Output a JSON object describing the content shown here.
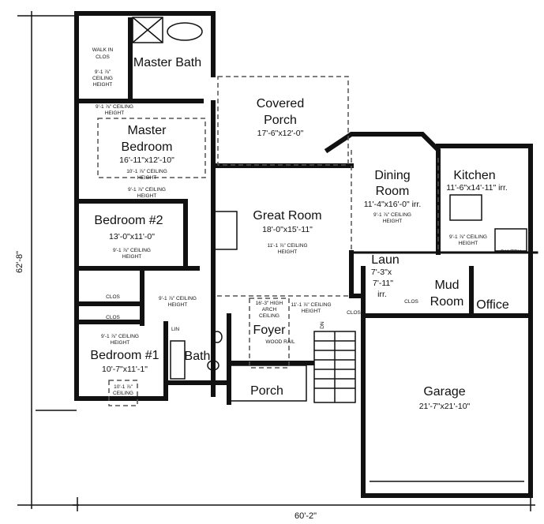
{
  "plan": {
    "overall_depth": "62'-8\"",
    "overall_width": "60'-2\"",
    "rooms": {
      "walk_in_closet": {
        "name1": "WALK IN",
        "name2": "CLOS",
        "ceiling1": "9'-1 ⅞\"",
        "ceiling2": "CEILING",
        "ceiling3": "HEIGHT"
      },
      "master_bath": {
        "name": "Master Bath"
      },
      "master_bedroom": {
        "name1": "Master",
        "name2": "Bedroom",
        "size": "16'-11\"x12'-10\"",
        "ceiling_top1": "9'-1 ⅞\" CEILING",
        "ceiling_top2": "HEIGHT",
        "ceiling_mid1": "10'-1 ⅞\" CEILING",
        "ceiling_mid2": "HEIGHT",
        "ceiling_bot1": "9'-1 ⅞\" CEILING",
        "ceiling_bot2": "HEIGHT"
      },
      "covered_porch": {
        "name1": "Covered",
        "name2": "Porch",
        "size": "17'-6\"x12'-0\""
      },
      "bedroom2": {
        "name": "Bedroom #2",
        "size": "13'-0\"x11'-0\"",
        "ceiling1": "9'-1 ⅞\" CEILING",
        "ceiling2": "HEIGHT"
      },
      "closet_a": {
        "name": "CLOS"
      },
      "closet_b": {
        "name": "CLOS"
      },
      "hall": {
        "ceiling1": "9'-1 ⅞\" CEILING",
        "ceiling2": "HEIGHT"
      },
      "linen": {
        "name": "LIN"
      },
      "bedroom1": {
        "name": "Bedroom #1",
        "size": "10'-7\"x11'-1\"",
        "ceiling_top1": "9'-1 ⅞\" CEILING",
        "ceiling_top2": "HEIGHT",
        "ceiling1": "10'-1 ⅞\"",
        "ceiling2": "CEILING",
        "ceiling3": "HEIGHT"
      },
      "bath": {
        "name": "Bath"
      },
      "great_room": {
        "name": "Great Room",
        "size": "18'-0\"x15'-11\"",
        "ceiling1": "11'-1 ⅞\" CEILING",
        "ceiling2": "HEIGHT"
      },
      "foyer": {
        "name": "Foyer",
        "arch1": "16'-3\" HIGH",
        "arch2": "ARCH",
        "arch3": "CEILING",
        "ceiling1": "11'-1 ⅞\" CEILING",
        "ceiling2": "HEIGHT",
        "rail": "WOOD RAIL",
        "stairs": "DN"
      },
      "closet_c": {
        "name": "CLOS"
      },
      "porch": {
        "name": "Porch"
      },
      "dining": {
        "name1": "Dining",
        "name2": "Room",
        "size": "11'-4\"x16'-0\" irr.",
        "ceiling1": "9'-1 ⅞\" CEILING",
        "ceiling2": "HEIGHT"
      },
      "kitchen": {
        "name": "Kitchen",
        "size": "11'-6\"x14'-11\" irr.",
        "ceiling1": "9'-1 ⅞\" CEILING",
        "ceiling2": "HEIGHT"
      },
      "pantry": {
        "name": "PANTRY"
      },
      "laundry": {
        "name": "Laun",
        "size1": "7'-3\"x",
        "size2": "7'-11\"",
        "size3": "irr."
      },
      "closet_d": {
        "name": "CLOS"
      },
      "mud_room": {
        "name1": "Mud",
        "name2": "Room"
      },
      "office": {
        "name": "Office"
      },
      "garage": {
        "name": "Garage",
        "size": "21'-7\"x21'-10\""
      }
    }
  }
}
